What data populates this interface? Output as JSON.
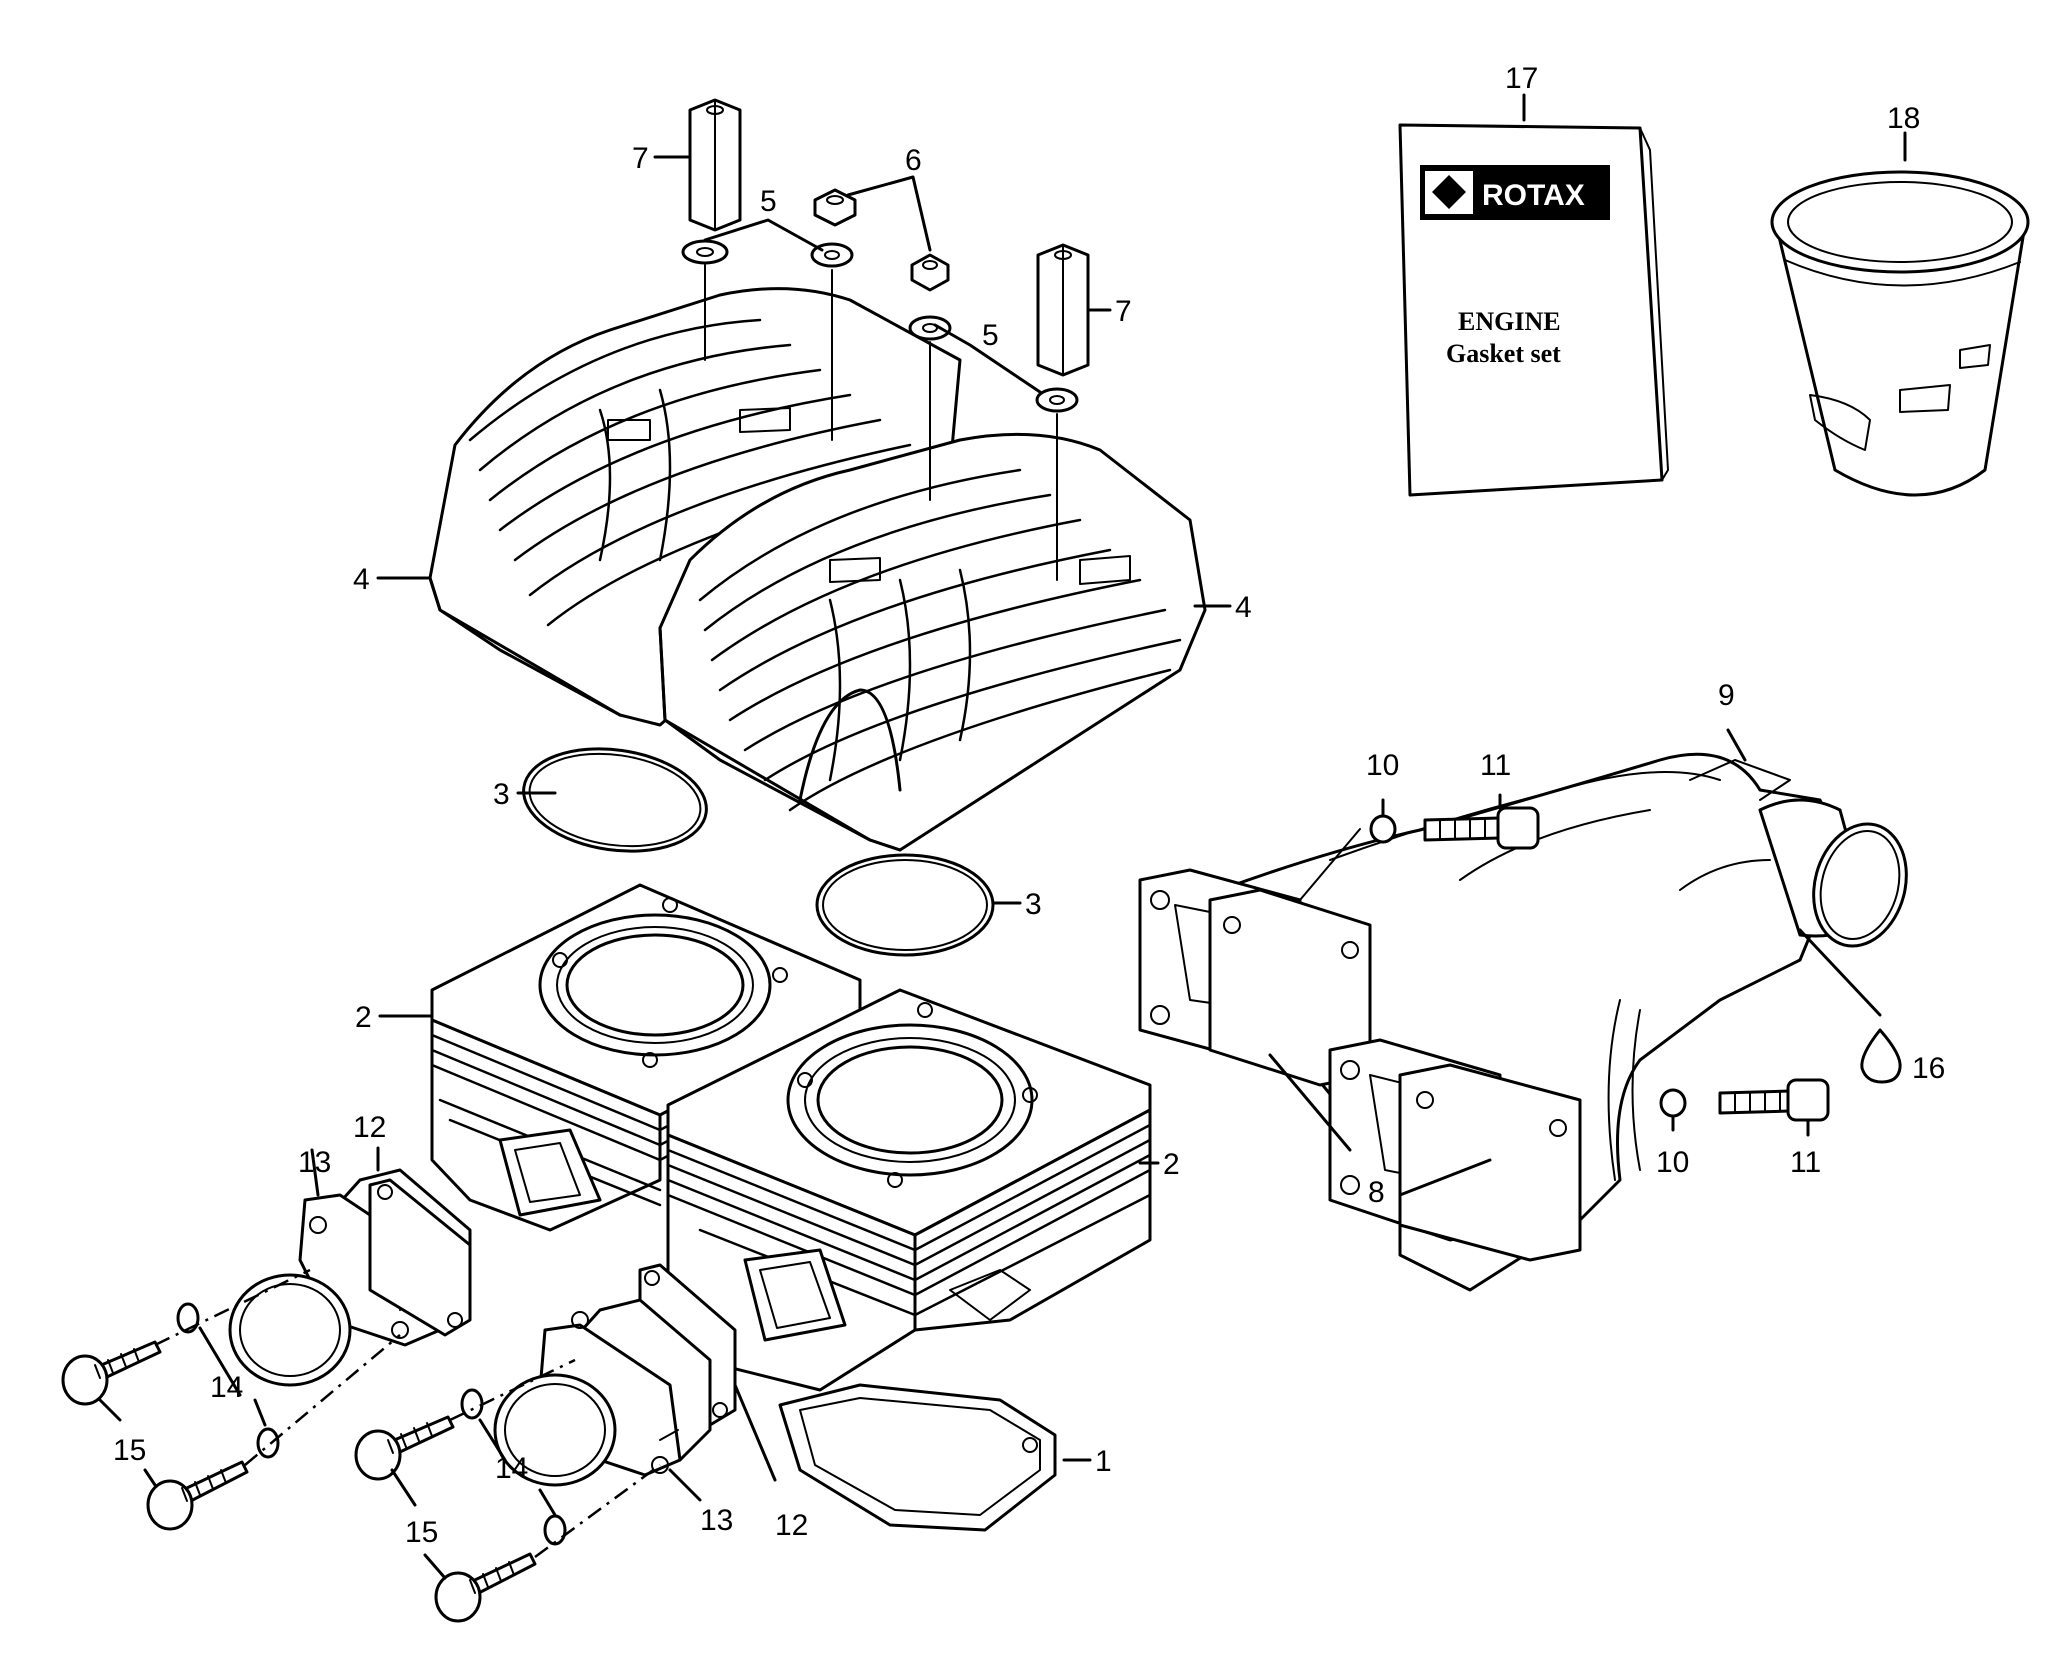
{
  "callouts": [
    {
      "id": "c1",
      "text": "1"
    },
    {
      "id": "c2a",
      "text": "2"
    },
    {
      "id": "c2b",
      "text": "2"
    },
    {
      "id": "c3a",
      "text": "3"
    },
    {
      "id": "c3b",
      "text": "3"
    },
    {
      "id": "c4a",
      "text": "4"
    },
    {
      "id": "c4b",
      "text": "4"
    },
    {
      "id": "c5a",
      "text": "5"
    },
    {
      "id": "c5b",
      "text": "5"
    },
    {
      "id": "c6",
      "text": "6"
    },
    {
      "id": "c7a",
      "text": "7"
    },
    {
      "id": "c7b",
      "text": "7"
    },
    {
      "id": "c8",
      "text": "8"
    },
    {
      "id": "c9",
      "text": "9"
    },
    {
      "id": "c10a",
      "text": "10"
    },
    {
      "id": "c10b",
      "text": "10"
    },
    {
      "id": "c11a",
      "text": "11"
    },
    {
      "id": "c11b",
      "text": "11"
    },
    {
      "id": "c12a",
      "text": "12"
    },
    {
      "id": "c12b",
      "text": "12"
    },
    {
      "id": "c13a",
      "text": "13"
    },
    {
      "id": "c13b",
      "text": "13"
    },
    {
      "id": "c14a",
      "text": "14"
    },
    {
      "id": "c14b",
      "text": "14"
    },
    {
      "id": "c15a",
      "text": "15"
    },
    {
      "id": "c15b",
      "text": "15"
    },
    {
      "id": "c16",
      "text": "16"
    },
    {
      "id": "c17",
      "text": "17"
    },
    {
      "id": "c18",
      "text": "18"
    }
  ],
  "gasket_book": {
    "logo": "ROTAX",
    "line1": "ENGINE",
    "line2": "Gasket set"
  }
}
